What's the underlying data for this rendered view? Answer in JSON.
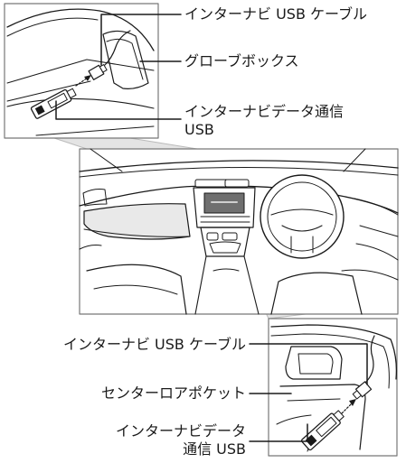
{
  "labels": {
    "top_usb_cable": "インターナビ USB ケーブル",
    "glovebox": "グローブボックス",
    "top_usb_device_line1": "インターナビデータ通信",
    "top_usb_device_line2": "USB",
    "bottom_usb_cable": "インターナビ USB ケーブル",
    "center_pocket": "センターロアポケット",
    "bottom_usb_device_line1": "インターナビデータ",
    "bottom_usb_device_line2": "通信 USB"
  },
  "colors": {
    "line": "#1a1a1a",
    "panel_fill": "#e9e9e9",
    "callout_fill": "#e4e4e4",
    "screen_fill": "#6f6f6f"
  }
}
